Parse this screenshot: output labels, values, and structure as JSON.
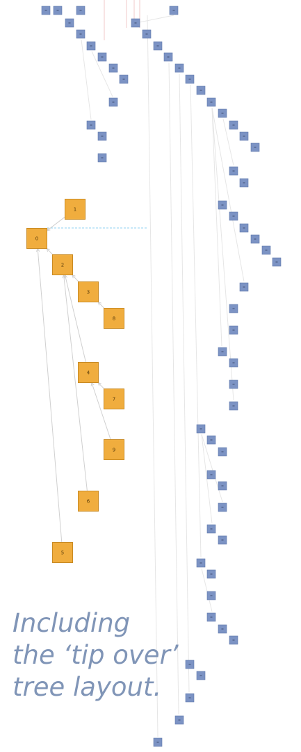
{
  "nodes": [
    {
      "id": "0",
      "label": "0"
    },
    {
      "id": "1",
      "label": "1"
    },
    {
      "id": "2",
      "label": "2"
    },
    {
      "id": "3",
      "label": "3"
    },
    {
      "id": "4",
      "label": "4"
    },
    {
      "id": "5",
      "label": "5"
    },
    {
      "id": "6",
      "label": "6"
    },
    {
      "id": "7",
      "label": "7"
    },
    {
      "id": "8",
      "label": "8"
    },
    {
      "id": "9",
      "label": "9"
    }
  ],
  "edges": [
    [
      "1",
      "0"
    ],
    [
      "2",
      "0"
    ],
    [
      "5",
      "0"
    ],
    [
      "3",
      "2"
    ],
    [
      "4",
      "2"
    ],
    [
      "6",
      "2"
    ],
    [
      "8",
      "3"
    ],
    [
      "7",
      "4"
    ],
    [
      "9",
      "4"
    ]
  ],
  "colors": {
    "highlight_fill": "#f0ad3e",
    "highlight_stroke": "#c98a22",
    "node_fill": "#7c93c4",
    "node_stroke": "#5f78ab",
    "edge": "#d0d0d0",
    "pink_edge": "#f0c8c8",
    "guide": "#8fd0f0",
    "caption": "#8095b7"
  },
  "caption": {
    "lines": [
      "Including",
      "the ‘tip over’",
      "tree layout."
    ]
  }
}
